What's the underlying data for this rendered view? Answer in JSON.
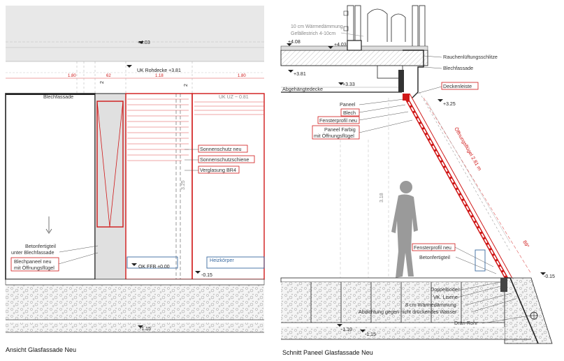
{
  "left_view": {
    "caption": "Ansicht Glasfassade Neu",
    "levels": {
      "top": "+4.03",
      "rohdecke": "UK Rohdecke +3.81",
      "ffb": "OK FFB ±0.00",
      "minus015": "-0.15",
      "minus115": "-1.15"
    },
    "dims": {
      "d1": "1.80",
      "d2": "62",
      "d3": "1.18",
      "d4": "1.80",
      "height": "3.25",
      "dim_2": "2",
      "hidden": "UK UZ ~ 0.81"
    },
    "labels": {
      "blechfassade": "Blechfassade",
      "sonnenschutz": "Sonnenschutz neu",
      "sonnenschutzschiene": "Sonnenschutzschiene",
      "verglasung": "Verglasung BR4",
      "betonfertigteil_1": "Betonfertigteil",
      "betonfertigteil_2": "unter Blechfassade",
      "blechpaneel_1": "Blechpaneel  neu",
      "blechpaneel_2": "mit Öffnungsflügel",
      "heizkoerper": "Heizkörper"
    }
  },
  "right_view": {
    "caption": "Schnitt Paneel Glasfassade Neu",
    "levels": {
      "p408": "+4.08",
      "p403": "+4.03",
      "p381": "+3.81",
      "p333": "+3.33",
      "p325": "+3.25",
      "m015": "-0.15",
      "m110": "-1.10",
      "m115": "-1.15"
    },
    "dims": {
      "height": "3.18",
      "oeffnung": "Öffnungsflügel 2.81 m",
      "angle": "89°"
    },
    "labels": {
      "daemmung_1": "10 cm Wärmedämmung",
      "daemmung_2": "Gefällestrich 4-10cm",
      "rauch": "Rauchenlüftungsschlitze",
      "blechfassade": "Blechfassade",
      "abgehaengt": "Abgehängtedecke",
      "deckenleiste": "Deckenleiste",
      "paneel": "Paneel",
      "blech": "Blech",
      "fensterprofil": "Fensterprofil neu",
      "paneel_farbig_1": "Paneel Farbig",
      "paneel_farbig_2": "mit Öffnungsflügel",
      "fensterprofil_2": "Fensterprofil neu",
      "betonfertigteil": "Betonfertigteil",
      "doppelboden": "Doppelboden",
      "lisene": "VK. Lisene",
      "daemmung_8": "8 cm Wärmedämmung",
      "abdichtung": "Abdichtung gegen nicht drückendes Wasser",
      "drain": "Drän-Rohr"
    }
  },
  "colors": {
    "red": "#d01818",
    "grey": "#e6e6e6",
    "blue": "#3a6aa0",
    "figure": "#9a9a9a"
  }
}
